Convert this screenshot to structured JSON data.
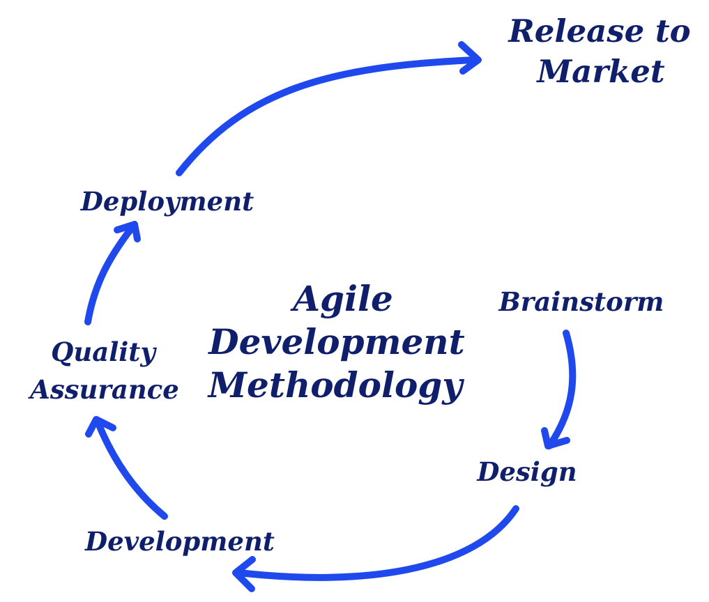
{
  "center": {
    "line1": "Agile",
    "line2": "Development",
    "line3": "Methodology"
  },
  "steps": {
    "release_line1": "Release to",
    "release_line2": "Market",
    "deployment": "Deployment",
    "brainstorm": "Brainstorm",
    "quality_line1": "Quality",
    "quality_line2": "Assurance",
    "design": "Design",
    "development": "Development"
  },
  "colors": {
    "arrow": "#1f49ec",
    "text": "#0f1f6b",
    "background": "#ffffff"
  }
}
